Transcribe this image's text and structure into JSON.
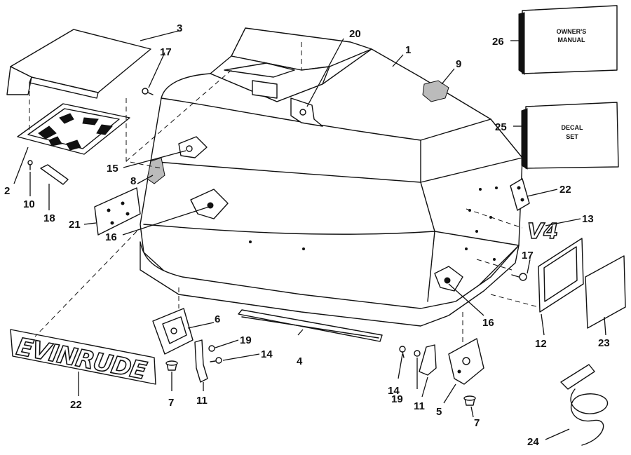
{
  "callouts": {
    "c1": "1",
    "c2": "2",
    "c3": "3",
    "c4": "4",
    "c5": "5",
    "c6": "6",
    "c7a": "7",
    "c7b": "7",
    "c8": "8",
    "c9": "9",
    "c10": "10",
    "c11a": "11",
    "c11b": "11",
    "c12": "12",
    "c13": "13",
    "c14a": "14",
    "c14b": "14",
    "c15": "15",
    "c16a": "16",
    "c16b": "16",
    "c17a": "17",
    "c17b": "17",
    "c18": "18",
    "c19a": "19",
    "c19b": "19",
    "c20": "20",
    "c21": "21",
    "c22a": "22",
    "c22b": "22",
    "c23": "23",
    "c24": "24",
    "c25": "25",
    "c26": "26"
  },
  "boxes": {
    "owners_manual_line1": "OWNER'S",
    "owners_manual_line2": "MANUAL",
    "decal_set_line1": "DECAL",
    "decal_set_line2": "SET"
  },
  "logos": {
    "brand_badge": "EVINRUDE",
    "engine_badge": "V4"
  }
}
